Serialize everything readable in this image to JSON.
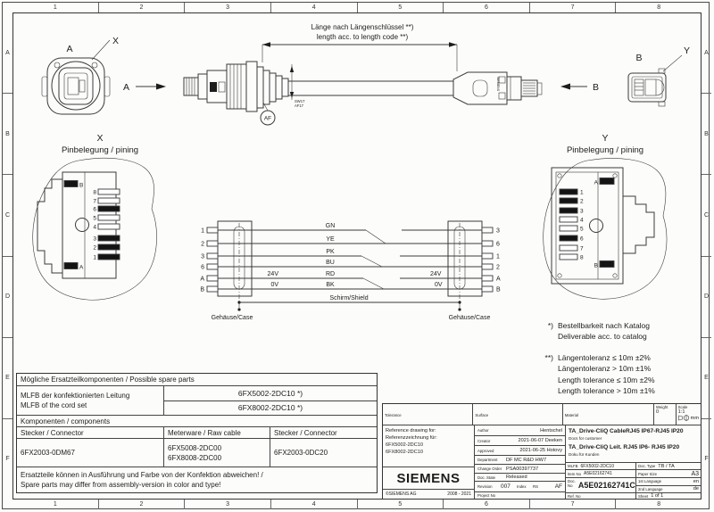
{
  "frame": {
    "cols": [
      "1",
      "2",
      "3",
      "4",
      "5",
      "6",
      "7",
      "8"
    ],
    "rows": [
      "A",
      "B",
      "C",
      "D",
      "E",
      "F"
    ]
  },
  "assembly": {
    "dim_line1": "Länge nach Längenschlüssel **)",
    "dim_line2": "length acc. to length code **)",
    "view_a": "A",
    "detail_x": "X",
    "arrow_a": "A",
    "arrow_b": "B",
    "view_b": "B",
    "detail_y": "Y",
    "sw17": "SW17",
    "af17": "AF17",
    "af_balloon": "AF",
    "plug_brand": "SIEMENS"
  },
  "pin_x": {
    "letter": "X",
    "title": "Pinbelegung / pining",
    "pin_b": "B",
    "pin_a": "A",
    "labels": [
      "8",
      "7",
      "6",
      "5",
      "4",
      "3",
      "2",
      "1"
    ],
    "filled": [
      false,
      false,
      true,
      false,
      false,
      true,
      true,
      true
    ]
  },
  "pin_y": {
    "letter": "Y",
    "title": "Pinbelegung / pining",
    "pin_a": "A",
    "pin_b": "B",
    "labels": [
      "1",
      "2",
      "3",
      "4",
      "5",
      "6",
      "7",
      "8"
    ],
    "filled": [
      true,
      true,
      true,
      false,
      false,
      true,
      false,
      false
    ]
  },
  "schematic": {
    "left": [
      "1",
      "2",
      "3",
      "6",
      "A",
      "B"
    ],
    "colors": [
      "GN",
      "YE",
      "PK",
      "BU",
      "RD",
      "BK"
    ],
    "right": [
      "3",
      "6",
      "1",
      "2",
      "A",
      "B"
    ],
    "v24_left": "24V",
    "v0_left": "0V",
    "v24_right": "24V",
    "v0_right": "0V",
    "shield": "Schirm/Shield",
    "case_left": "Gehäuse/Case",
    "case_right": "Gehäuse/Case"
  },
  "notes": {
    "n1_sym": "*)",
    "n1_l1": "Bestellbarkeit nach Katalog",
    "n1_l2": "Deliverable acc. to catalog",
    "n2_sym": "**)",
    "n2_l1": "Längentoleranz ≤ 10m ±2%",
    "n2_l2": "Längentoleranz > 10m ±1%",
    "n2_l3": "Length tolerance ≤ 10m ±2%",
    "n2_l4": "Length tolerance > 10m ±1%"
  },
  "spare_table": {
    "title": "Mögliche Ersatzteilkomponenten / Possible spare parts",
    "mlfb_l1": "MLFB der konfektionierten Leitung",
    "mlfb_l2": "MLFB of the cord set",
    "mlfb_v1": "6FX5002-2DC10 *)",
    "mlfb_v2": "6FX8002-2DC10 *)",
    "components": "Komponenten / components",
    "h1": "Stecker / Connector",
    "h2": "Meterware / Raw cable",
    "h3": "Stecker / Connector",
    "v1": "6FX2003-0DM67",
    "v2a": "6FX5008-2DC00",
    "v2b": "6FX8008-2DC00",
    "v3": "6FX2003-0DC20",
    "note_l1": "Ersatzteile können in Ausführung und Farbe von der Konfektion abweichen! /",
    "note_l2": "Spare parts may differ from assembly-version in color and type!"
  },
  "title_block": {
    "tolerance_label": "Tolerance",
    "surface_label": "Surface",
    "material_label": "Material",
    "weight_label": "Weight",
    "weight": "0",
    "scale_label": "Scale",
    "scale": "1:1",
    "unit": "mm",
    "ref_l1": "Reference drawing for:",
    "ref_l2": "Referenzzeichnung für:",
    "ref_l3": "6FX5002-2DC10",
    "ref_l4": "6FX8002-2DC10",
    "author_label": "Author",
    "author": "Hentschel",
    "creator_label": "Creator",
    "creator": "2021-06-07  Deeken",
    "approved_label": "Approved",
    "approved": "2021-06-25  Hotovy",
    "department_label": "Department",
    "department": "DF MC R&D HW7",
    "change_order_label": "Change Order",
    "change_order": "PSA00397737",
    "doc_state_label": "Doc. State",
    "doc_state": "Released",
    "revision_label": "Revision",
    "revision": "007",
    "index_label": "Index",
    "rs_label": "RS",
    "index_value": "AF",
    "project_label": "Project No",
    "brand": "SIEMENS",
    "copyright": "©SIEMENS AG",
    "years": "2008 - 2021",
    "title_en": "TA_Drive-CliQ CableRJ45 IP67-RJ45 IP20",
    "sub_en": "Docs for customer",
    "title_de": "TA_Drive-CliQ Leit. RJ45 IP6- RJ45 IP20",
    "sub_de": "Doku für Kunden",
    "mlfb_label": "MLFB",
    "mlfb": "6FX5002-2DC10",
    "doc_type_label": "Doc. Type",
    "doc_type": "TB / TA",
    "item_no_label": "Item No",
    "item_no": "A5E02162741",
    "paper_label": "Paper Size",
    "paper": "A3",
    "doc_no_label": "Doc. No",
    "doc_no": "A5E02162741C",
    "lang1_label": "1st Language",
    "lang1": "en",
    "lang2_label": "2nd Language",
    "lang2": "de",
    "ref_no_label": "Ref. No",
    "sheet_label": "Sheet",
    "sheet": "1 of 1"
  }
}
